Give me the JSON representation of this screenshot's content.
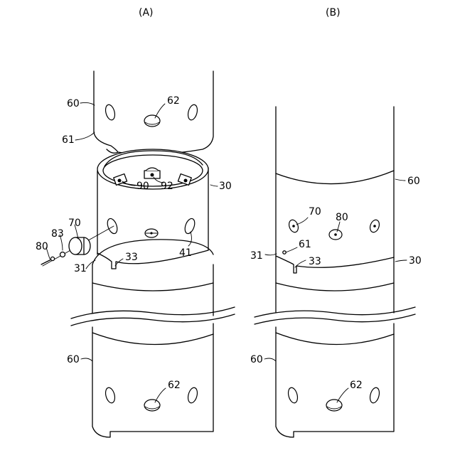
{
  "panels": [
    {
      "label": "(A)"
    },
    {
      "label": "(B)"
    }
  ],
  "labels_a": {
    "tube_top": "60",
    "tube_bottom": "60",
    "notch_upper": "61",
    "hole_upper": "62",
    "hole_lower": "62",
    "sleeve": "30",
    "sleeve_edge": "31",
    "slot": "33",
    "window": "41",
    "pin": "90",
    "pin_head": "92",
    "cap": "70",
    "washer": "83",
    "screw": "80"
  },
  "labels_b": {
    "tube_top": "60",
    "tube_bottom": "60",
    "notch": "61",
    "sleeve": "30",
    "sleeve_edge": "31",
    "slot": "33",
    "cap": "70",
    "screw": "80",
    "hole_lower": "62"
  }
}
